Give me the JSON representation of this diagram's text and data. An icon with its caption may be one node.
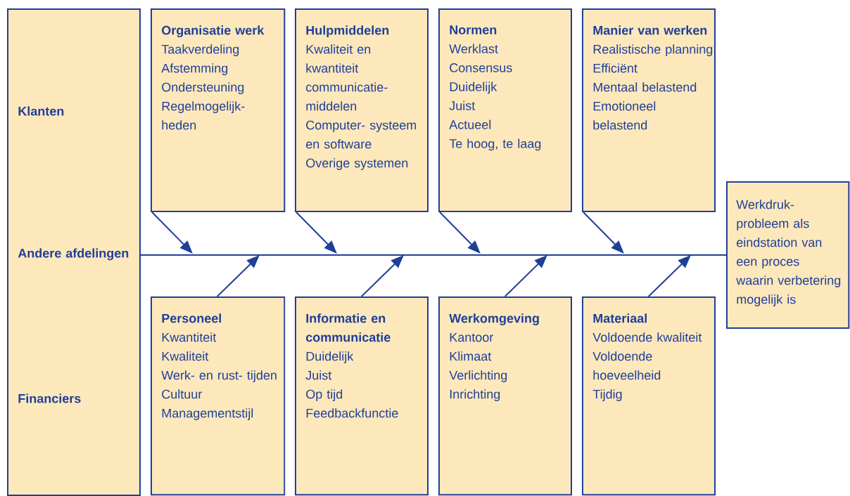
{
  "diagram": {
    "nodes": [
      {
        "text": [
          "Klanten",
          "Andere afdelingen",
          "Financiers"
        ]
      },
      {
        "text": [
          "Organisatie werk",
          "Taakverdeling",
          "Afstemming",
          "Ondersteuning",
          "Regelmogelijk- heden"
        ]
      },
      {
        "text": [
          "Hulpmiddelen",
          "Kwaliteit en kwantiteit communicatie- middelen",
          "Computer- systeem en software",
          "Overige systemen"
        ]
      },
      {
        "text": [
          "Normen",
          "Werklast",
          "Consensus",
          "Duidelijk",
          "Juist",
          "Actueel",
          "Te hoog, te laag"
        ]
      },
      {
        "text": [
          "Manier van werken",
          "Realistische planning",
          "Efficiënt",
          "Mentaal belastend",
          "Emotioneel belastend"
        ]
      },
      {
        "text": [
          "Werkdruk- probleem als eindstation van een proces waarin verbetering mogelijk is"
        ]
      },
      {
        "text": [
          "Personeel",
          "Kwantiteit",
          "Kwaliteit",
          "Werk- en rust- tijden",
          "Cultuur",
          "Managementstijl"
        ]
      },
      {
        "text": [
          "Informatie en communicatie",
          "Duidelijk",
          "Juist",
          "Op tijd",
          "Feedbackfunctie"
        ]
      },
      {
        "text": [
          "Werkomgeving",
          "Kantoor",
          "Klimaat",
          "Verlichting",
          "Inrichting"
        ]
      },
      {
        "text": [
          "Materiaal",
          "Voldoende kwaliteit",
          "Voldoende hoeveelheid",
          "Tijdig"
        ]
      }
    ],
    "edges": [
      {
        "from": 0,
        "to": 5,
        "arrow": "none"
      },
      {
        "from": 1,
        "to": null,
        "arrow": "to"
      },
      {
        "from": 2,
        "to": null,
        "arrow": "to"
      },
      {
        "from": 3,
        "to": null,
        "arrow": "to"
      },
      {
        "from": 4,
        "to": null,
        "arrow": "to"
      },
      {
        "from": 6,
        "to": null,
        "arrow": "to"
      },
      {
        "from": 7,
        "to": null,
        "arrow": "to"
      },
      {
        "from": 8,
        "to": null,
        "arrow": "to"
      },
      {
        "from": 9,
        "to": null,
        "arrow": "to"
      }
    ]
  }
}
